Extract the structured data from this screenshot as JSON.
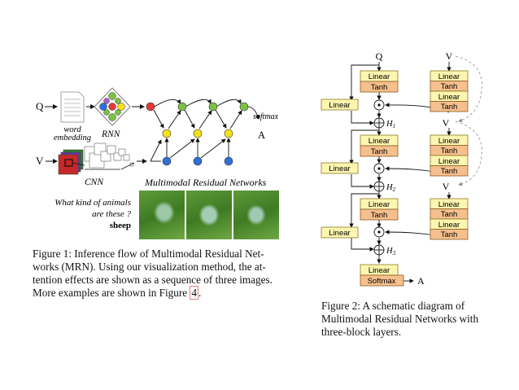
{
  "figure1": {
    "input_q": "Q",
    "input_v": "V",
    "word_embedding_line1": "word",
    "word_embedding_line2": "embedding",
    "rnn_label": "RNN",
    "cnn_label": "CNN",
    "softmax_label": "softmax",
    "output_a": "A",
    "mrn_title": "Multimodal Residual Networks",
    "question_line1": "What kind of animals",
    "question_line2": "are these ?",
    "answer": "sheep",
    "caption_lines": [
      "Figure 1: Inference flow of Multimodal Residual Net-",
      "works (MRN). Using our visualization method, the at-",
      "tention effects are shown as a sequence of three images.",
      "More examples are shown in Figure "
    ],
    "caption_ref": "4",
    "caption_end": "."
  },
  "figure2": {
    "q_label": "Q",
    "v_label": "V",
    "a_label": "A",
    "linear": "Linear",
    "tanh": "Tanh",
    "softmax": "Softmax",
    "h1": "H",
    "h1_sub": "1",
    "h2": "H",
    "h2_sub": "2",
    "h3": "H",
    "h3_sub": "3",
    "caption_lines": [
      "Figure 2:  A schematic diagram of",
      "Multimodal Residual Networks with",
      "three-block layers."
    ]
  },
  "colors": {
    "box_yellow": "#fdf6b0",
    "box_orange": "#f6c08e",
    "node_red": "#e53935",
    "node_green": "#7cc242",
    "node_yellow": "#f5e11a",
    "node_blue": "#2f6fd6"
  }
}
